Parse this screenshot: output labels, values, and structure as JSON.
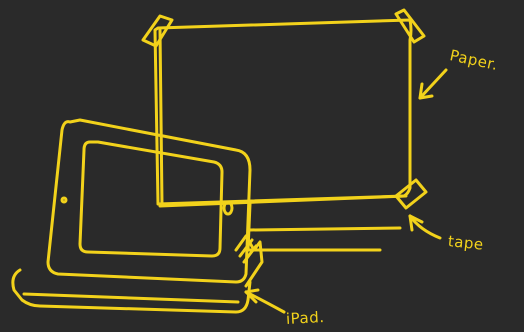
{
  "labels": {
    "paper": "Paper.",
    "tape": "tape",
    "ipad": "iPad."
  },
  "colors": {
    "background": "#2a2a2a",
    "ink": "#f2d21b"
  }
}
